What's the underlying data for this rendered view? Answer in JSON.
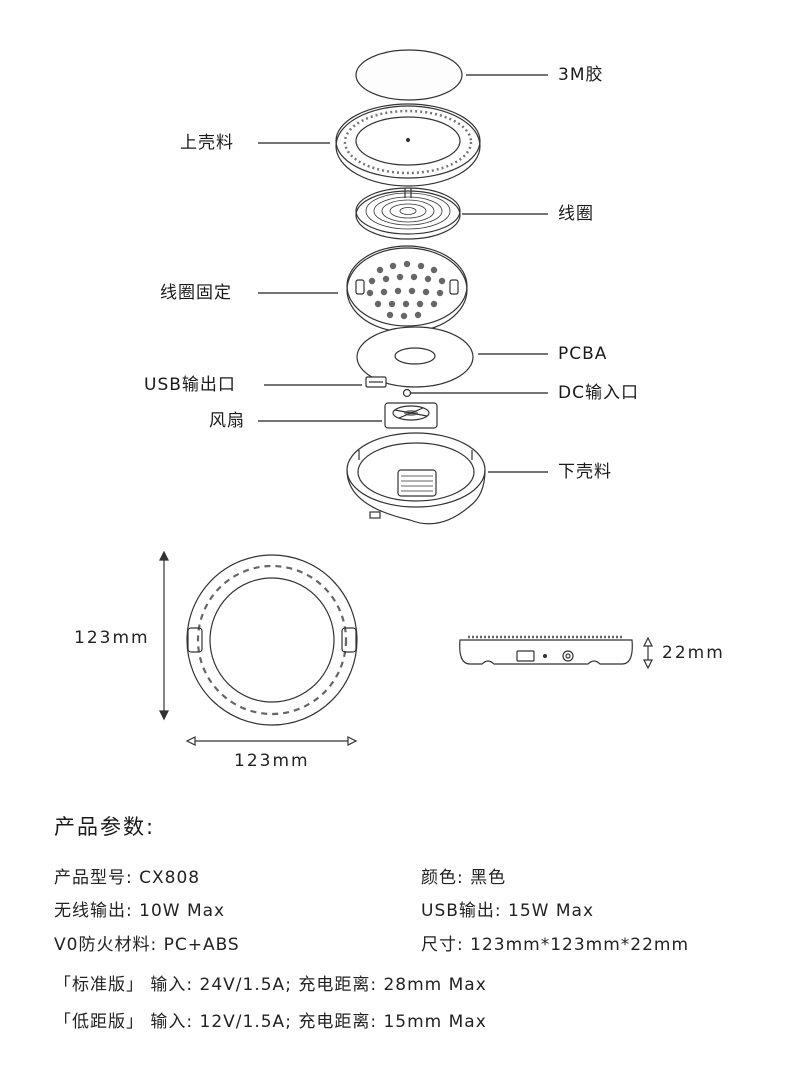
{
  "labels": {
    "tape": "3M胶",
    "top_shell": "上壳料",
    "coil": "线圈",
    "coil_holder": "线圈固定",
    "pcba": "PCBA",
    "usb_out": "USB输出口",
    "dc_in": "DC输入口",
    "fan": "风扇",
    "bottom_shell": "下壳料"
  },
  "dimensions": {
    "height_label": "123mm",
    "width_label": "123mm",
    "thickness_label": "22mm"
  },
  "specs": {
    "title": "产品参数:",
    "model": "产品型号: CX808",
    "color": "颜色: 黑色",
    "wireless_output": "无线输出: 10W Max",
    "usb_output": "USB输出: 15W Max",
    "material": "V0防火材料: PC+ABS",
    "size": "尺寸: 123mm*123mm*22mm",
    "standard": "「标准版」 输入: 24V/1.5A; 充电距离: 28mm Max",
    "low_distance": "「低距版」 输入: 12V/1.5A; 充电距离: 15mm Max"
  }
}
